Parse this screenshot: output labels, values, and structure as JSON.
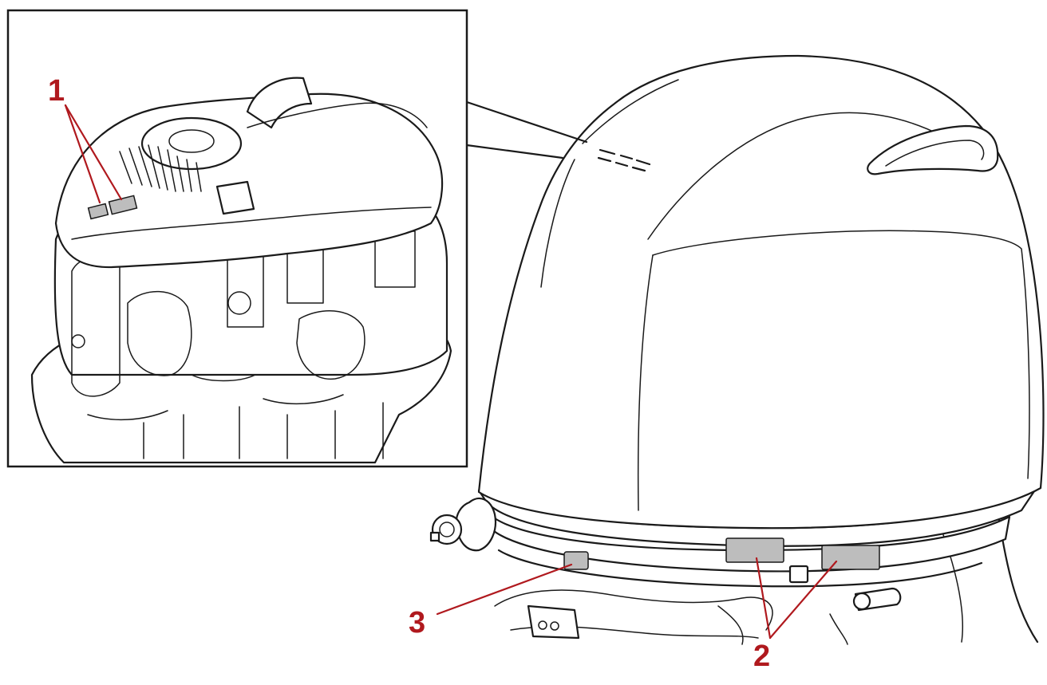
{
  "callouts": {
    "c1": "1",
    "c2": "2",
    "c3": "3"
  },
  "colors": {
    "callout": "#b0191e",
    "line_art": "#1a1a1a",
    "label_patch": "#bdbdbd"
  }
}
